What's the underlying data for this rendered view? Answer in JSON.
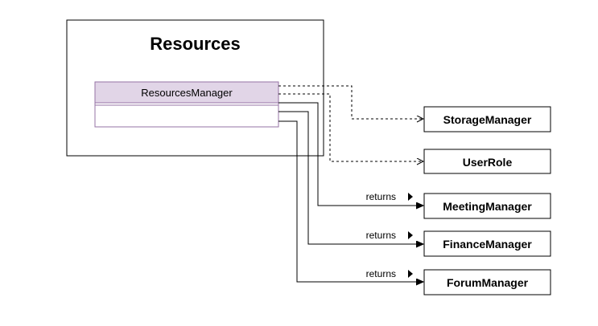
{
  "package": {
    "title": "Resources"
  },
  "class": {
    "name": "ResourcesManager",
    "fill": "#e1d5e7",
    "stroke": "#9673a6"
  },
  "targets": {
    "storage": "StorageManager",
    "user_role": "UserRole",
    "meeting": "MeetingManager",
    "finance": "FinanceManager",
    "forum": "ForumManager"
  },
  "edges": {
    "meeting_label": "returns",
    "finance_label": "returns",
    "forum_label": "returns",
    "dependency_style": "dashed",
    "association_style": "solid"
  },
  "colors": {
    "line": "#000000",
    "background": "#ffffff"
  }
}
